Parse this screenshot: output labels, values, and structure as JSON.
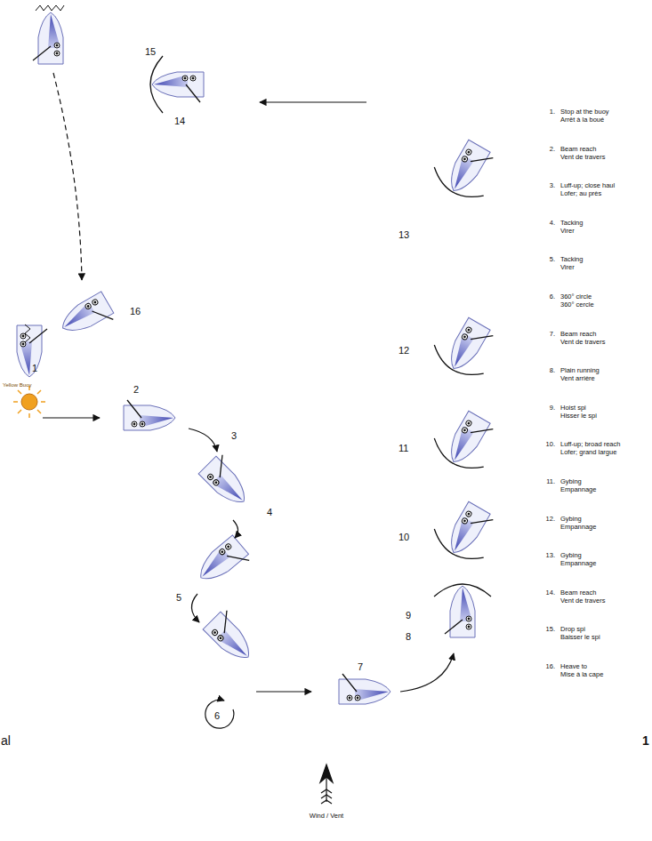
{
  "diagram": {
    "labels": [
      "1",
      "2",
      "3",
      "4",
      "5",
      "6",
      "7",
      "8",
      "9",
      "10",
      "11",
      "12",
      "13",
      "14",
      "15",
      "16",
      "1.",
      "Stop at the buoy",
      "Arrêt à la boué",
      "2.",
      "Beam reach",
      "Vent de travers",
      "3.",
      "Luff-up; close haul",
      "Lofer; au près",
      "4.",
      "Tacking",
      "Virer",
      "5.",
      "Tacking",
      "Virer",
      "6.",
      "360° circle",
      "360° cercle",
      "7.",
      "Beam reach",
      "Vent de travers",
      "8.",
      "Plain running",
      "Vent arrière",
      "9.",
      "Hoist spi",
      "Hisser le spi",
      "10.",
      "Luff-up; broad reach",
      "Lofer; grand largue",
      "11.",
      "Gybing",
      "Empannage",
      "12.",
      "Gybing",
      "Empannage",
      "13.",
      "Gybing",
      "Empannage",
      "14.",
      "Beam reach",
      "Vent de travers",
      "15.",
      "Drop spi",
      "Baisser le spi",
      "16.",
      "Heave to",
      "Mise à la cape",
      "Wind / Vent",
      "al",
      "1",
      "Yellow Buoy"
    ]
  }
}
